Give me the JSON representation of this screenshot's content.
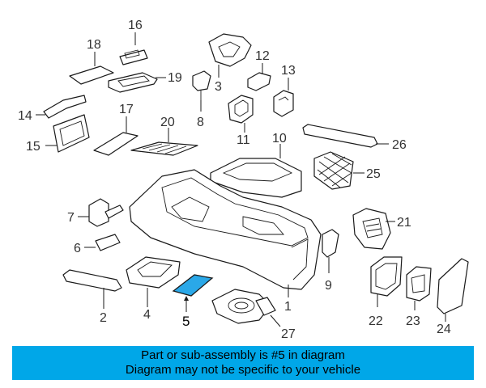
{
  "diagram": {
    "highlight_color": "#2aa8e8",
    "highlighted_callout": "5",
    "callouts": [
      "1",
      "2",
      "3",
      "4",
      "5",
      "6",
      "7",
      "8",
      "9",
      "10",
      "11",
      "12",
      "13",
      "14",
      "15",
      "16",
      "17",
      "18",
      "19",
      "20",
      "21",
      "22",
      "23",
      "24",
      "25",
      "26",
      "27"
    ]
  },
  "banner": {
    "color": "#00a7e8",
    "line1": "Part or sub-assembly is #5 in diagram",
    "line2": "Diagram may not be specific to your vehicle"
  }
}
